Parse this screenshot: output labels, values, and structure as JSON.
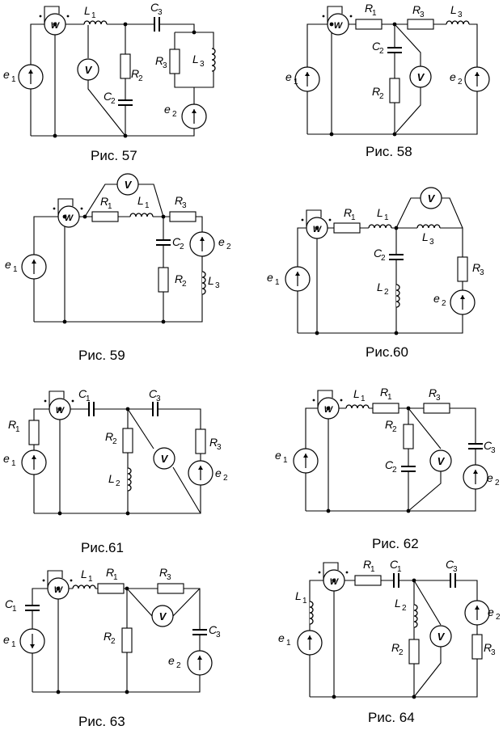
{
  "captions": [
    "Рис. 57",
    "Рис. 58",
    "Рис. 59",
    "Рис.60",
    "Рис.61",
    "Рис. 62",
    "Рис. 63",
    "Рис. 64"
  ],
  "meter_labels": {
    "wattmeter": "W",
    "voltmeter": "V"
  },
  "symbols": {
    "e1": "e",
    "e2": "e",
    "R1": "R",
    "R2": "R",
    "R3": "R",
    "L1": "L",
    "L2": "L",
    "L3": "L",
    "C1": "C",
    "C2": "C",
    "C3": "C"
  }
}
